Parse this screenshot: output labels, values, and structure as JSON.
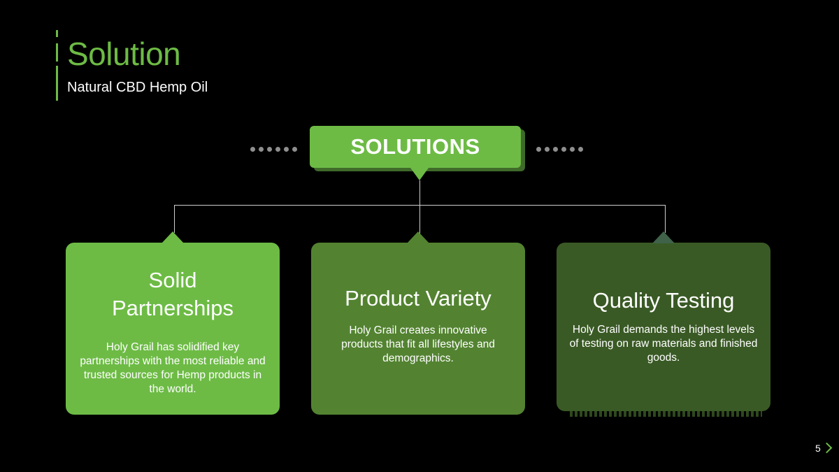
{
  "header": {
    "title": "Solution",
    "subtitle": "Natural CBD Hemp Oil"
  },
  "hub": {
    "label": "SOLUTIONS"
  },
  "cards": [
    {
      "heading": "Solid Partnerships",
      "description": "Holy Grail has solidified key partnerships with the most reliable and trusted sources for Hemp products in the world."
    },
    {
      "heading": "Product Variety",
      "description": "Holy Grail creates innovative products that fit all lifestyles and demographics."
    },
    {
      "heading": "Quality Testing",
      "description": "Holy Grail demands the highest levels of testing on raw materials and finished goods."
    }
  ],
  "footer": {
    "page_number": "5"
  },
  "colors": {
    "background": "#000000",
    "accent_green": "#6dbb45",
    "card_1": "#6dbb45",
    "card_2": "#538331",
    "card_3": "#3a5a25"
  }
}
